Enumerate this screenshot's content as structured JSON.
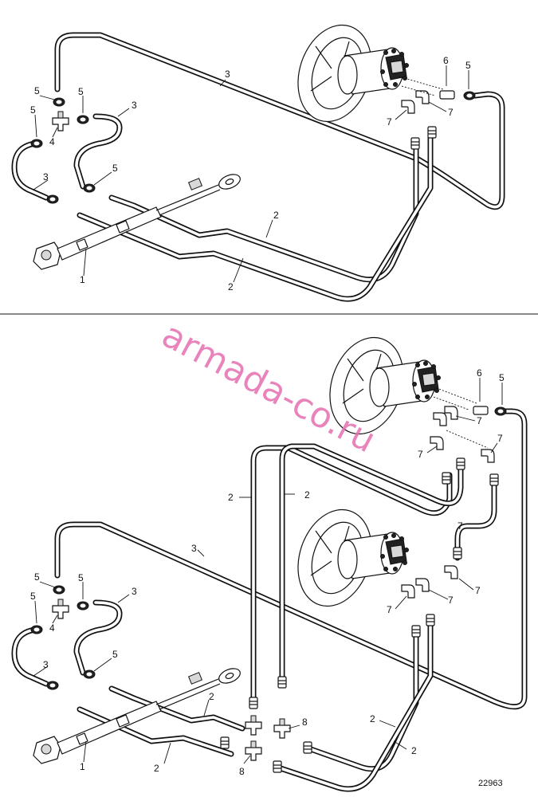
{
  "watermark": "armada-co.ru",
  "figure_number": "22963",
  "top_diagram": {
    "callouts": [
      {
        "id": "t1",
        "text": "1"
      },
      {
        "id": "t2a",
        "text": "2"
      },
      {
        "id": "t2b",
        "text": "2"
      },
      {
        "id": "t3a",
        "text": "3"
      },
      {
        "id": "t3b",
        "text": "3"
      },
      {
        "id": "t3c",
        "text": "3"
      },
      {
        "id": "t4",
        "text": "4"
      },
      {
        "id": "t5a",
        "text": "5"
      },
      {
        "id": "t5b",
        "text": "5"
      },
      {
        "id": "t5c",
        "text": "5"
      },
      {
        "id": "t5d",
        "text": "5"
      },
      {
        "id": "t5e",
        "text": "5"
      },
      {
        "id": "t6",
        "text": "6"
      },
      {
        "id": "t7a",
        "text": "7"
      },
      {
        "id": "t7b",
        "text": "7"
      }
    ]
  },
  "bottom_diagram": {
    "callouts": [
      {
        "id": "b1",
        "text": "1"
      },
      {
        "id": "b2a",
        "text": "2"
      },
      {
        "id": "b2b",
        "text": "2"
      },
      {
        "id": "b2c",
        "text": "2"
      },
      {
        "id": "b2d",
        "text": "2"
      },
      {
        "id": "b2e",
        "text": "2"
      },
      {
        "id": "b2f",
        "text": "2"
      },
      {
        "id": "b3a",
        "text": "3"
      },
      {
        "id": "b3b",
        "text": "3"
      },
      {
        "id": "b3c",
        "text": "3"
      },
      {
        "id": "b4",
        "text": "4"
      },
      {
        "id": "b5a",
        "text": "5"
      },
      {
        "id": "b5b",
        "text": "5"
      },
      {
        "id": "b5c",
        "text": "5"
      },
      {
        "id": "b5d",
        "text": "5"
      },
      {
        "id": "b5e",
        "text": "5"
      },
      {
        "id": "b6",
        "text": "6"
      },
      {
        "id": "b7a",
        "text": "7"
      },
      {
        "id": "b7b",
        "text": "7"
      },
      {
        "id": "b7c",
        "text": "7"
      },
      {
        "id": "b7d",
        "text": "7"
      },
      {
        "id": "b7e",
        "text": "7"
      },
      {
        "id": "b7f",
        "text": "7"
      },
      {
        "id": "b7g",
        "text": "7"
      },
      {
        "id": "b8a",
        "text": "8"
      },
      {
        "id": "b8b",
        "text": "8"
      }
    ]
  }
}
